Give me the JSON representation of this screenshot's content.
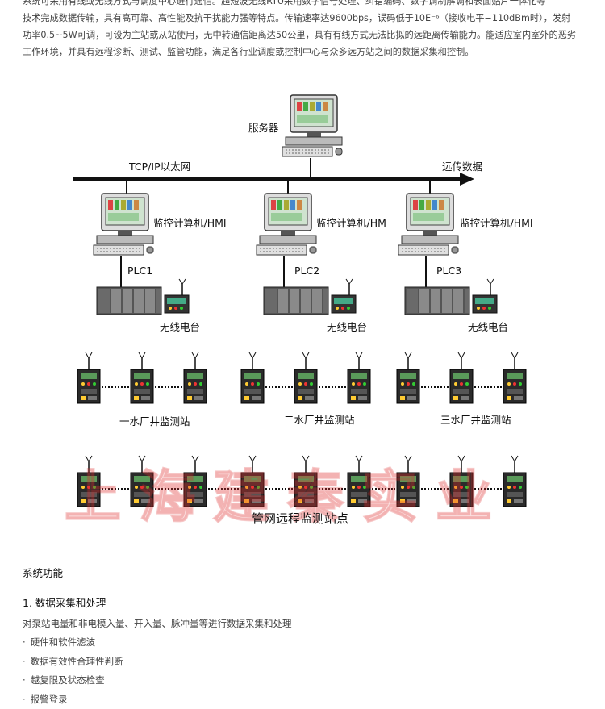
{
  "intro": {
    "line1": "系统可采用有线或无线方式与调度中心进行通信。超短波无线RTU采用数字信号处理、纠错编码、数字调制解调和表面贴片一体化等",
    "line2": "技术完成数据传输，具有高可靠、高性能及抗干扰能力强等特点。传输速率达9600bps，误码低于10E⁻⁶（接收电平−110dBm时），发射",
    "line3": "功率0.5~5W可调，可设为主站或从站使用，无中转通信距离达50公里，具有有线方式无法比拟的远距离传输能力。能适应室内室外的恶劣",
    "line4": "工作环境，并具有远程诊断、测试、监管功能，满足各行业调度或控制中心与众多远方站之间的数据采集和控制。"
  },
  "diagram": {
    "server_label": "服务器",
    "network_label": "TCP/IP以太网",
    "remote_label": "远传数据",
    "hmi_labels": [
      "监控计算机/HMI",
      "监控计算机/HM",
      "监控计算机/HMI"
    ],
    "plc_labels": [
      "PLC1",
      "PLC2",
      "PLC3"
    ],
    "radio_labels": [
      "无线电台",
      "无线电台",
      "无线电台"
    ],
    "station_groups": [
      "一水厂井监测站",
      "二水厂井监测站",
      "三水厂井监测站"
    ],
    "pipe_network_label": "管网远程监测站点",
    "watermark": "上海建秦实业"
  },
  "functions": {
    "heading": "系统功能",
    "section1_title": "1.  数据采集和处理",
    "section1_desc": "对泵站电量和非电模入量、开入量、脉冲量等进行数据采集和处理",
    "items": [
      "硬件和软件滤波",
      "数据有效性合理性判断",
      "越复限及状态检查",
      "报警登录"
    ]
  },
  "colors": {
    "line": "#111111",
    "device_dark": "#2a2a2a",
    "screen_green": "#3a8a3a",
    "watermark": "#e63c3c"
  }
}
